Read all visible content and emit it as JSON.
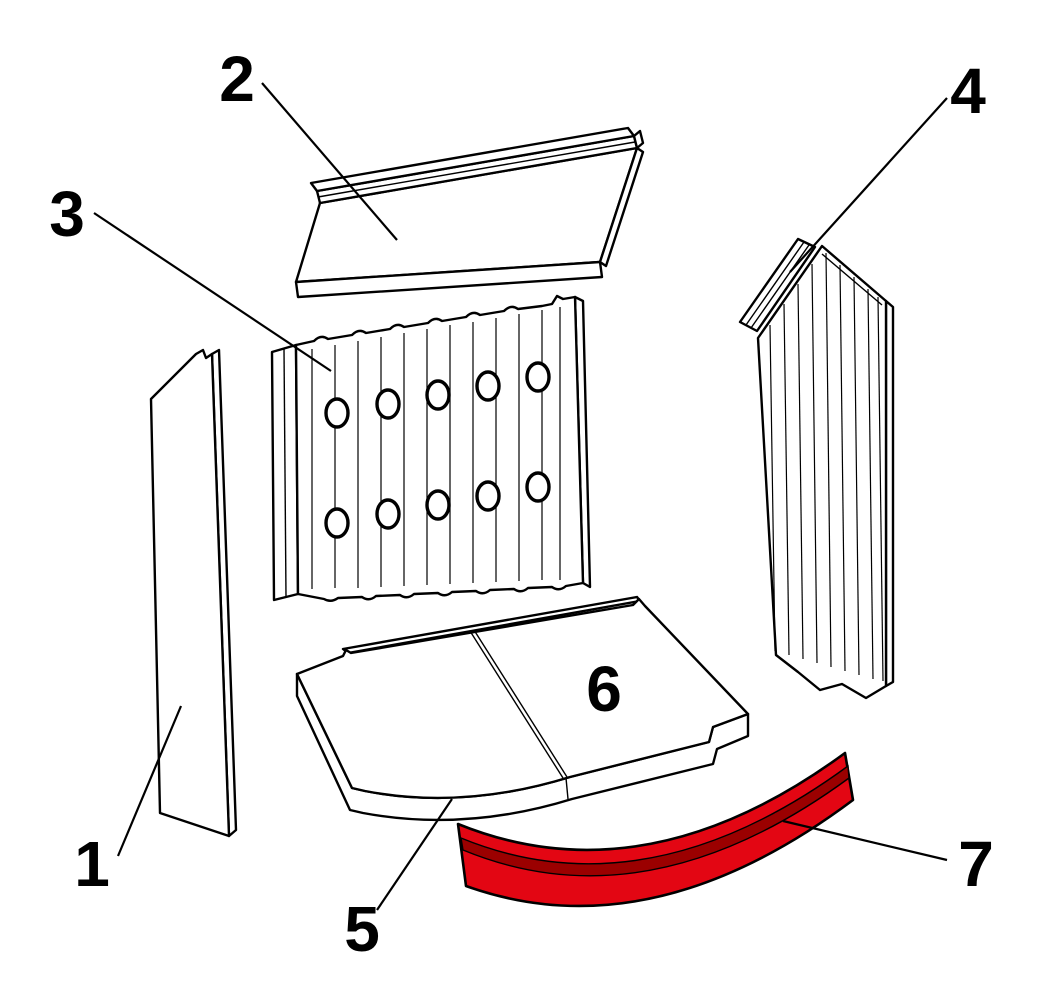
{
  "diagram": {
    "background": "#ffffff",
    "labels": [
      {
        "text": "1"
      },
      {
        "text": "2"
      },
      {
        "text": "3"
      },
      {
        "text": "4"
      },
      {
        "text": "5"
      },
      {
        "text": "6"
      },
      {
        "text": "7"
      }
    ],
    "colors": {
      "outline": "#000000",
      "fill": "#ffffff",
      "highlight": "#e30613",
      "highlight_dark": "#9b0000"
    }
  }
}
